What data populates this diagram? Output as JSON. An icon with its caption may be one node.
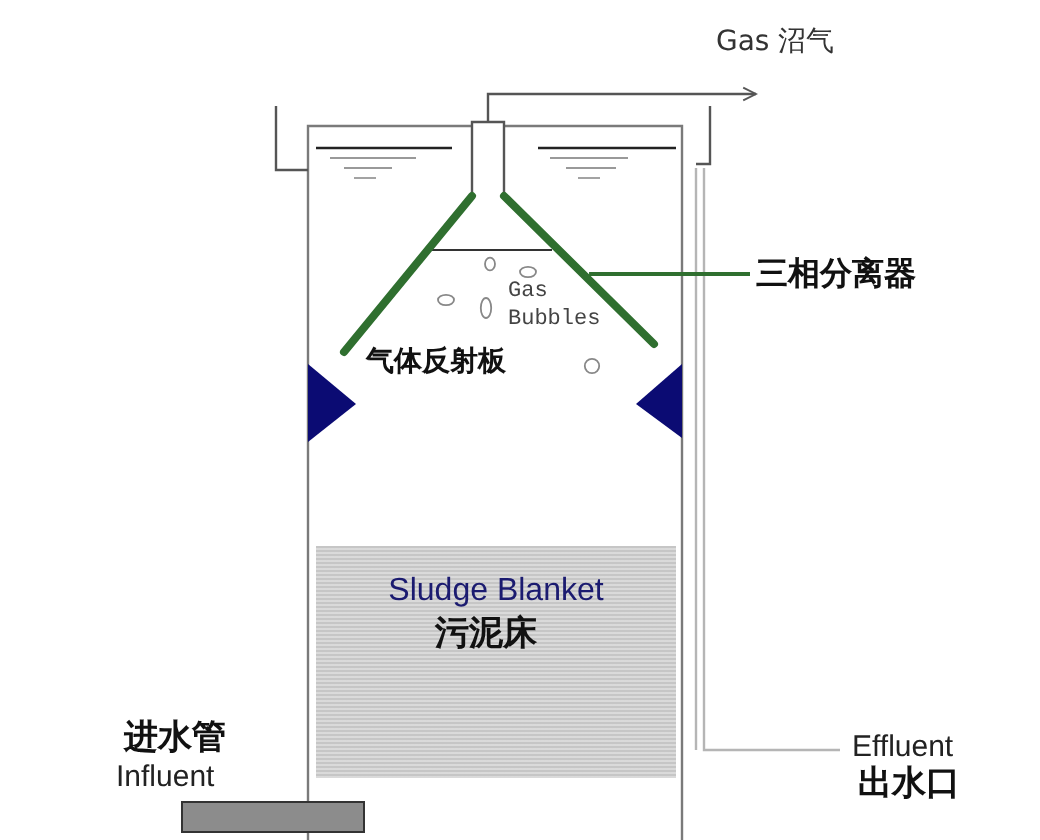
{
  "diagram": {
    "nodes": [
      {
        "text": [],
        "shape": "picture"
      },
      {
        "text": [
          "三相分离器"
        ]
      },
      {
        "text": [
          "Sludge Blanket",
          "污泥床"
        ]
      }
    ],
    "edges": [
      {
        "from": 1,
        "to": 0,
        "arrow": "none"
      }
    ],
    "labels": [
      "Gas 沼气",
      "Gas Bubbles",
      "气体反射板",
      "进水管",
      "Influent",
      "Effluent",
      "出水口"
    ]
  }
}
